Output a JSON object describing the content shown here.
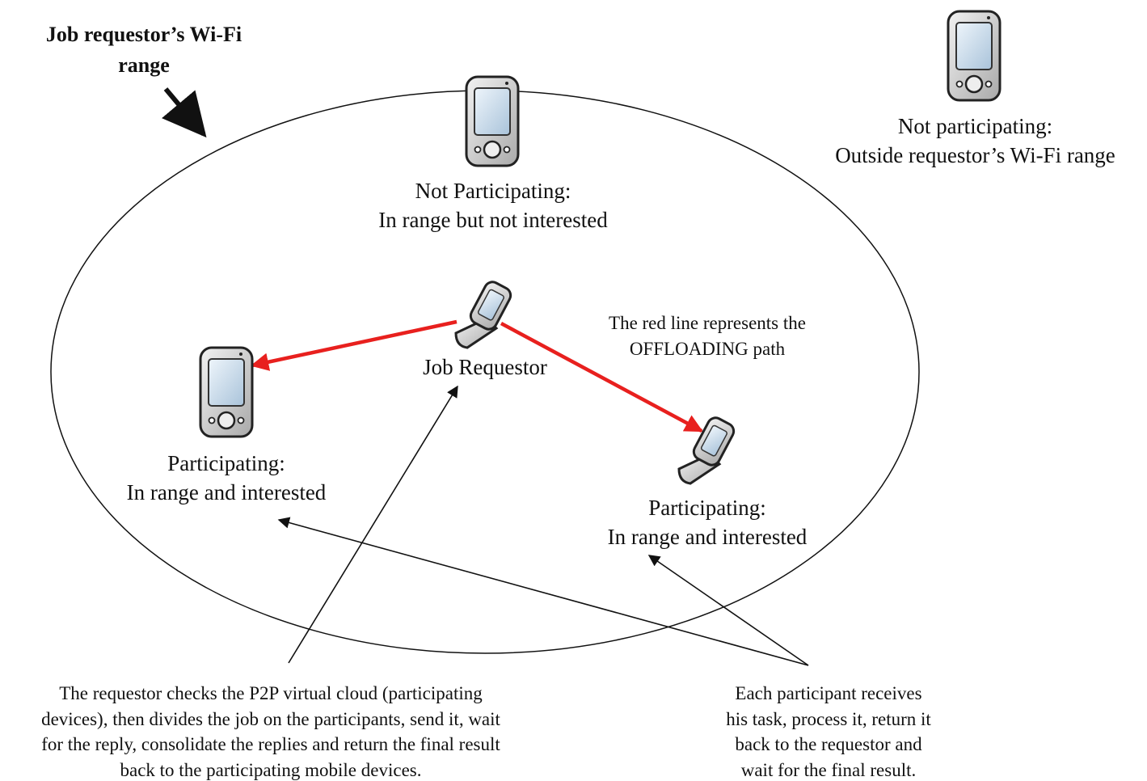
{
  "range_label": {
    "line1": "Job requestor’s Wi-Fi",
    "line2": "range"
  },
  "nodes": {
    "outside": {
      "line1": "Not participating:",
      "line2": "Outside requestor’s Wi-Fi range",
      "icon": "pda-icon"
    },
    "top": {
      "line1": "Not Participating:",
      "line2": "In range but not interested",
      "icon": "pda-icon"
    },
    "requestor": {
      "label": "Job Requestor",
      "icon": "flip-phone-icon"
    },
    "left": {
      "line1": "Participating:",
      "line2": "In range and interested",
      "icon": "pda-icon"
    },
    "right": {
      "line1": "Participating:",
      "line2": "In range and interested",
      "icon": "flip-phone-icon"
    }
  },
  "legend": {
    "line1": "The red line represents the",
    "line2": "OFFLOADING path"
  },
  "notes": {
    "requestor": {
      "line1": "The requestor checks the P2P virtual cloud (participating",
      "line2": "devices), then divides the job on the participants, send it, wait",
      "line3": "for the reply, consolidate the replies and return the final result",
      "line4": "back to the participating mobile devices."
    },
    "participant": {
      "line1": "Each participant receives",
      "line2": "his task, process it, return it",
      "line3": "back to the requestor and",
      "line4": "wait for the final result."
    }
  },
  "colors": {
    "offload": "#e8201e",
    "outline": "#111111",
    "device_body": "#d8d8d8",
    "screen": "#cfe0ef"
  }
}
